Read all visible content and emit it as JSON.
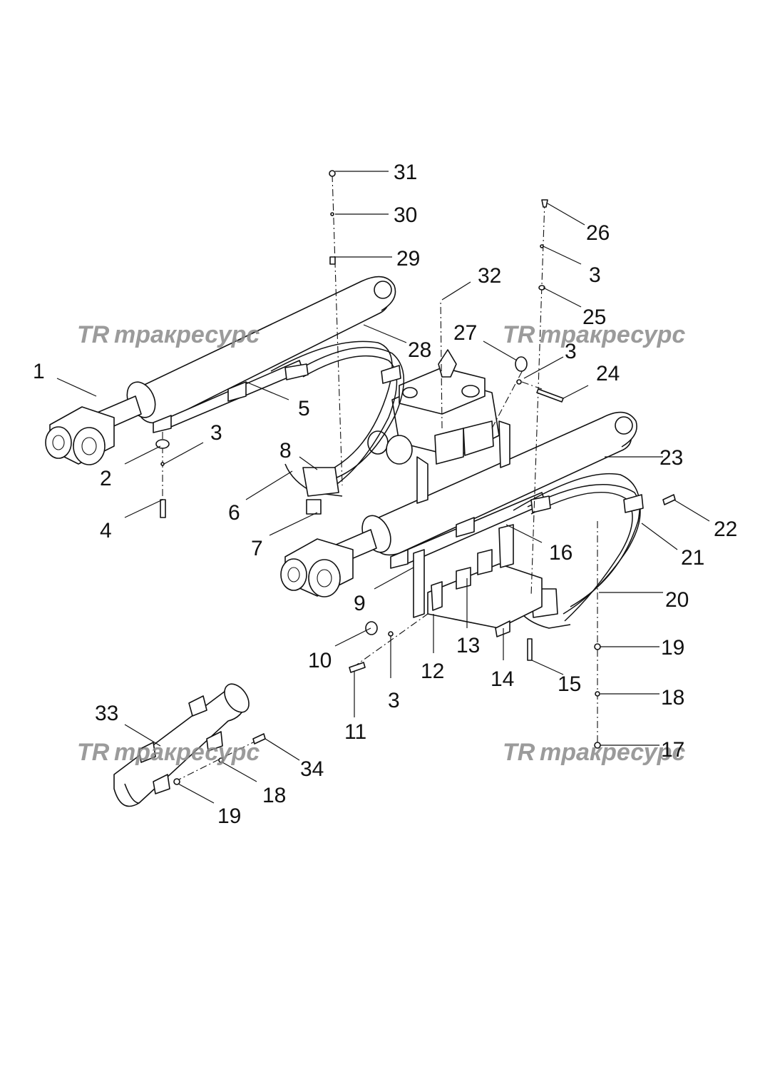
{
  "watermark": {
    "logo_letters": "TR",
    "text": "тракресурс",
    "color": "#8a8a8a"
  },
  "callouts": {
    "c1": "1",
    "c2": "2",
    "c3a": "3",
    "c3b": "3",
    "c3c": "3",
    "c3d": "3",
    "c4": "4",
    "c5": "5",
    "c6": "6",
    "c7": "7",
    "c8": "8",
    "c9": "9",
    "c10": "10",
    "c11": "11",
    "c12": "12",
    "c13": "13",
    "c14": "14",
    "c15": "15",
    "c16": "16",
    "c17": "17",
    "c18a": "18",
    "c18b": "18",
    "c19a": "19",
    "c19b": "19",
    "c20": "20",
    "c21": "21",
    "c22": "22",
    "c23": "23",
    "c24": "24",
    "c25": "25",
    "c26": "26",
    "c27": "27",
    "c28": "28",
    "c29": "29",
    "c30": "30",
    "c31": "31",
    "c32": "32",
    "c33": "33",
    "c34": "34"
  }
}
